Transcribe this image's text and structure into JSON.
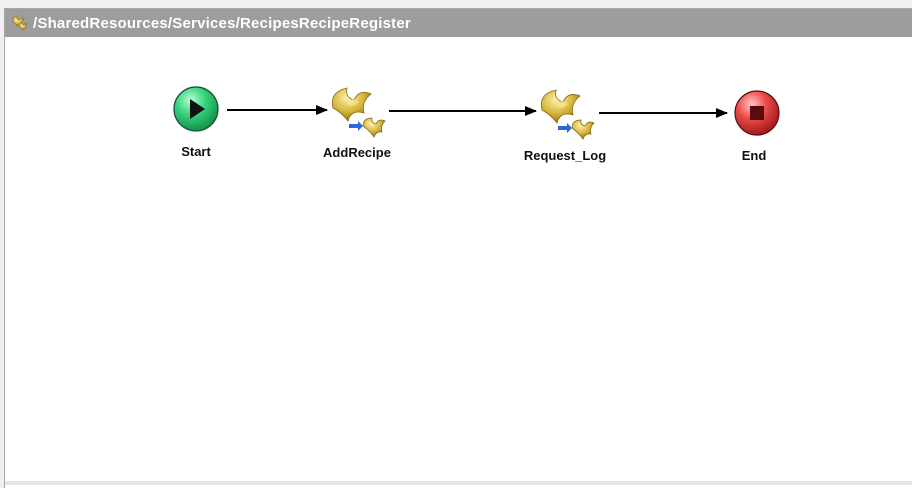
{
  "window": {
    "title": "/SharedResources/Services/RecipesRecipeRegister",
    "title_icon": "process-gear-icon"
  },
  "process": {
    "nodes": [
      {
        "id": "start",
        "label": "Start",
        "type": "start",
        "icon": "play-icon"
      },
      {
        "id": "addrecipe",
        "label": "AddRecipe",
        "type": "activity",
        "icon": "subprocess-gear-icon"
      },
      {
        "id": "request_log",
        "label": "Request_Log",
        "type": "activity",
        "icon": "subprocess-gear-icon"
      },
      {
        "id": "end",
        "label": "End",
        "type": "end",
        "icon": "stop-icon"
      }
    ],
    "transitions": [
      {
        "from": "start",
        "to": "addrecipe"
      },
      {
        "from": "addrecipe",
        "to": "request_log"
      },
      {
        "from": "request_log",
        "to": "end"
      }
    ]
  },
  "colors": {
    "titlebar": "#9d9d9d",
    "start_node": "#2ecc71",
    "end_node": "#e53935",
    "gear_gold": "#d4b43a",
    "sub_arrow": "#2a6ad8"
  }
}
